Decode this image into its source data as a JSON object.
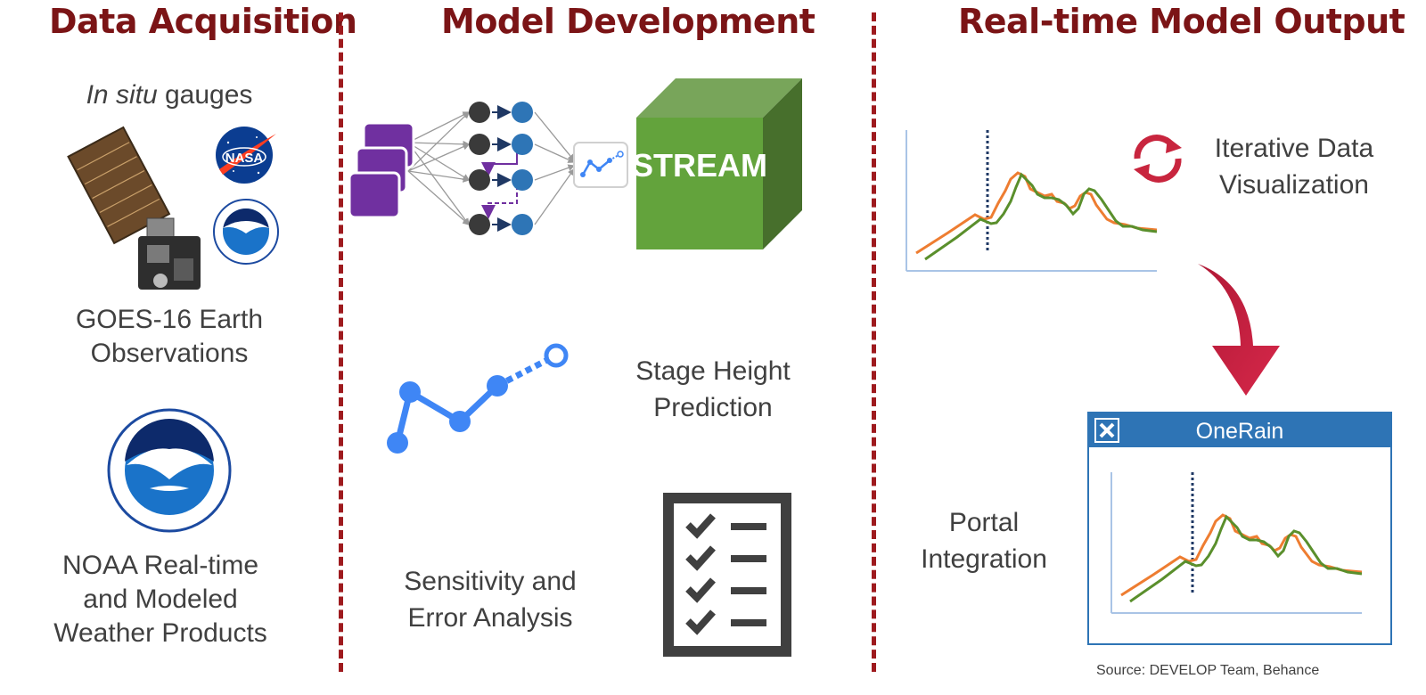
{
  "columns": {
    "acquisition": {
      "title": "Data Acquisition",
      "in_situ_italic": "In situ",
      "in_situ_rest": " gauges",
      "goes_line1": "GOES-16 Earth",
      "goes_line2": "Observations",
      "noaa_line1": "NOAA Real-time",
      "noaa_line2": "and Modeled",
      "noaa_line3": "Weather Products"
    },
    "development": {
      "title": "Model Development",
      "stream_label": "STREAM",
      "stage_line1": "Stage Height",
      "stage_line2": "Prediction",
      "sens_line1": "Sensitivity and",
      "sens_line2": "Error Analysis"
    },
    "output": {
      "title": "Real-time Model Output",
      "iter_line1": "Iterative Data",
      "iter_line2": "Visualization",
      "portal_line1": "Portal",
      "portal_line2": "Integration",
      "window_title": "OneRain"
    }
  },
  "logos": {
    "nasa": "NASA",
    "noaa": "NOAA"
  },
  "source": "Source: DEVELOP Team, Behance",
  "colors": {
    "title": "#7b1416",
    "divider": "#9e1a1e",
    "orange_series": "#ee7d31",
    "green_series": "#5a8f2c",
    "stream_cube": "#63a33c",
    "window_bar": "#2e74b5",
    "accent_blue": "#3f86f5",
    "refresh": "#c8253e"
  },
  "icons": [
    "satellite-icon",
    "nasa-logo",
    "noaa-logo",
    "neural-network-icon",
    "stream-cube-icon",
    "line-chart-icon",
    "checklist-icon",
    "refresh-icon",
    "down-arrow-icon",
    "close-icon"
  ]
}
